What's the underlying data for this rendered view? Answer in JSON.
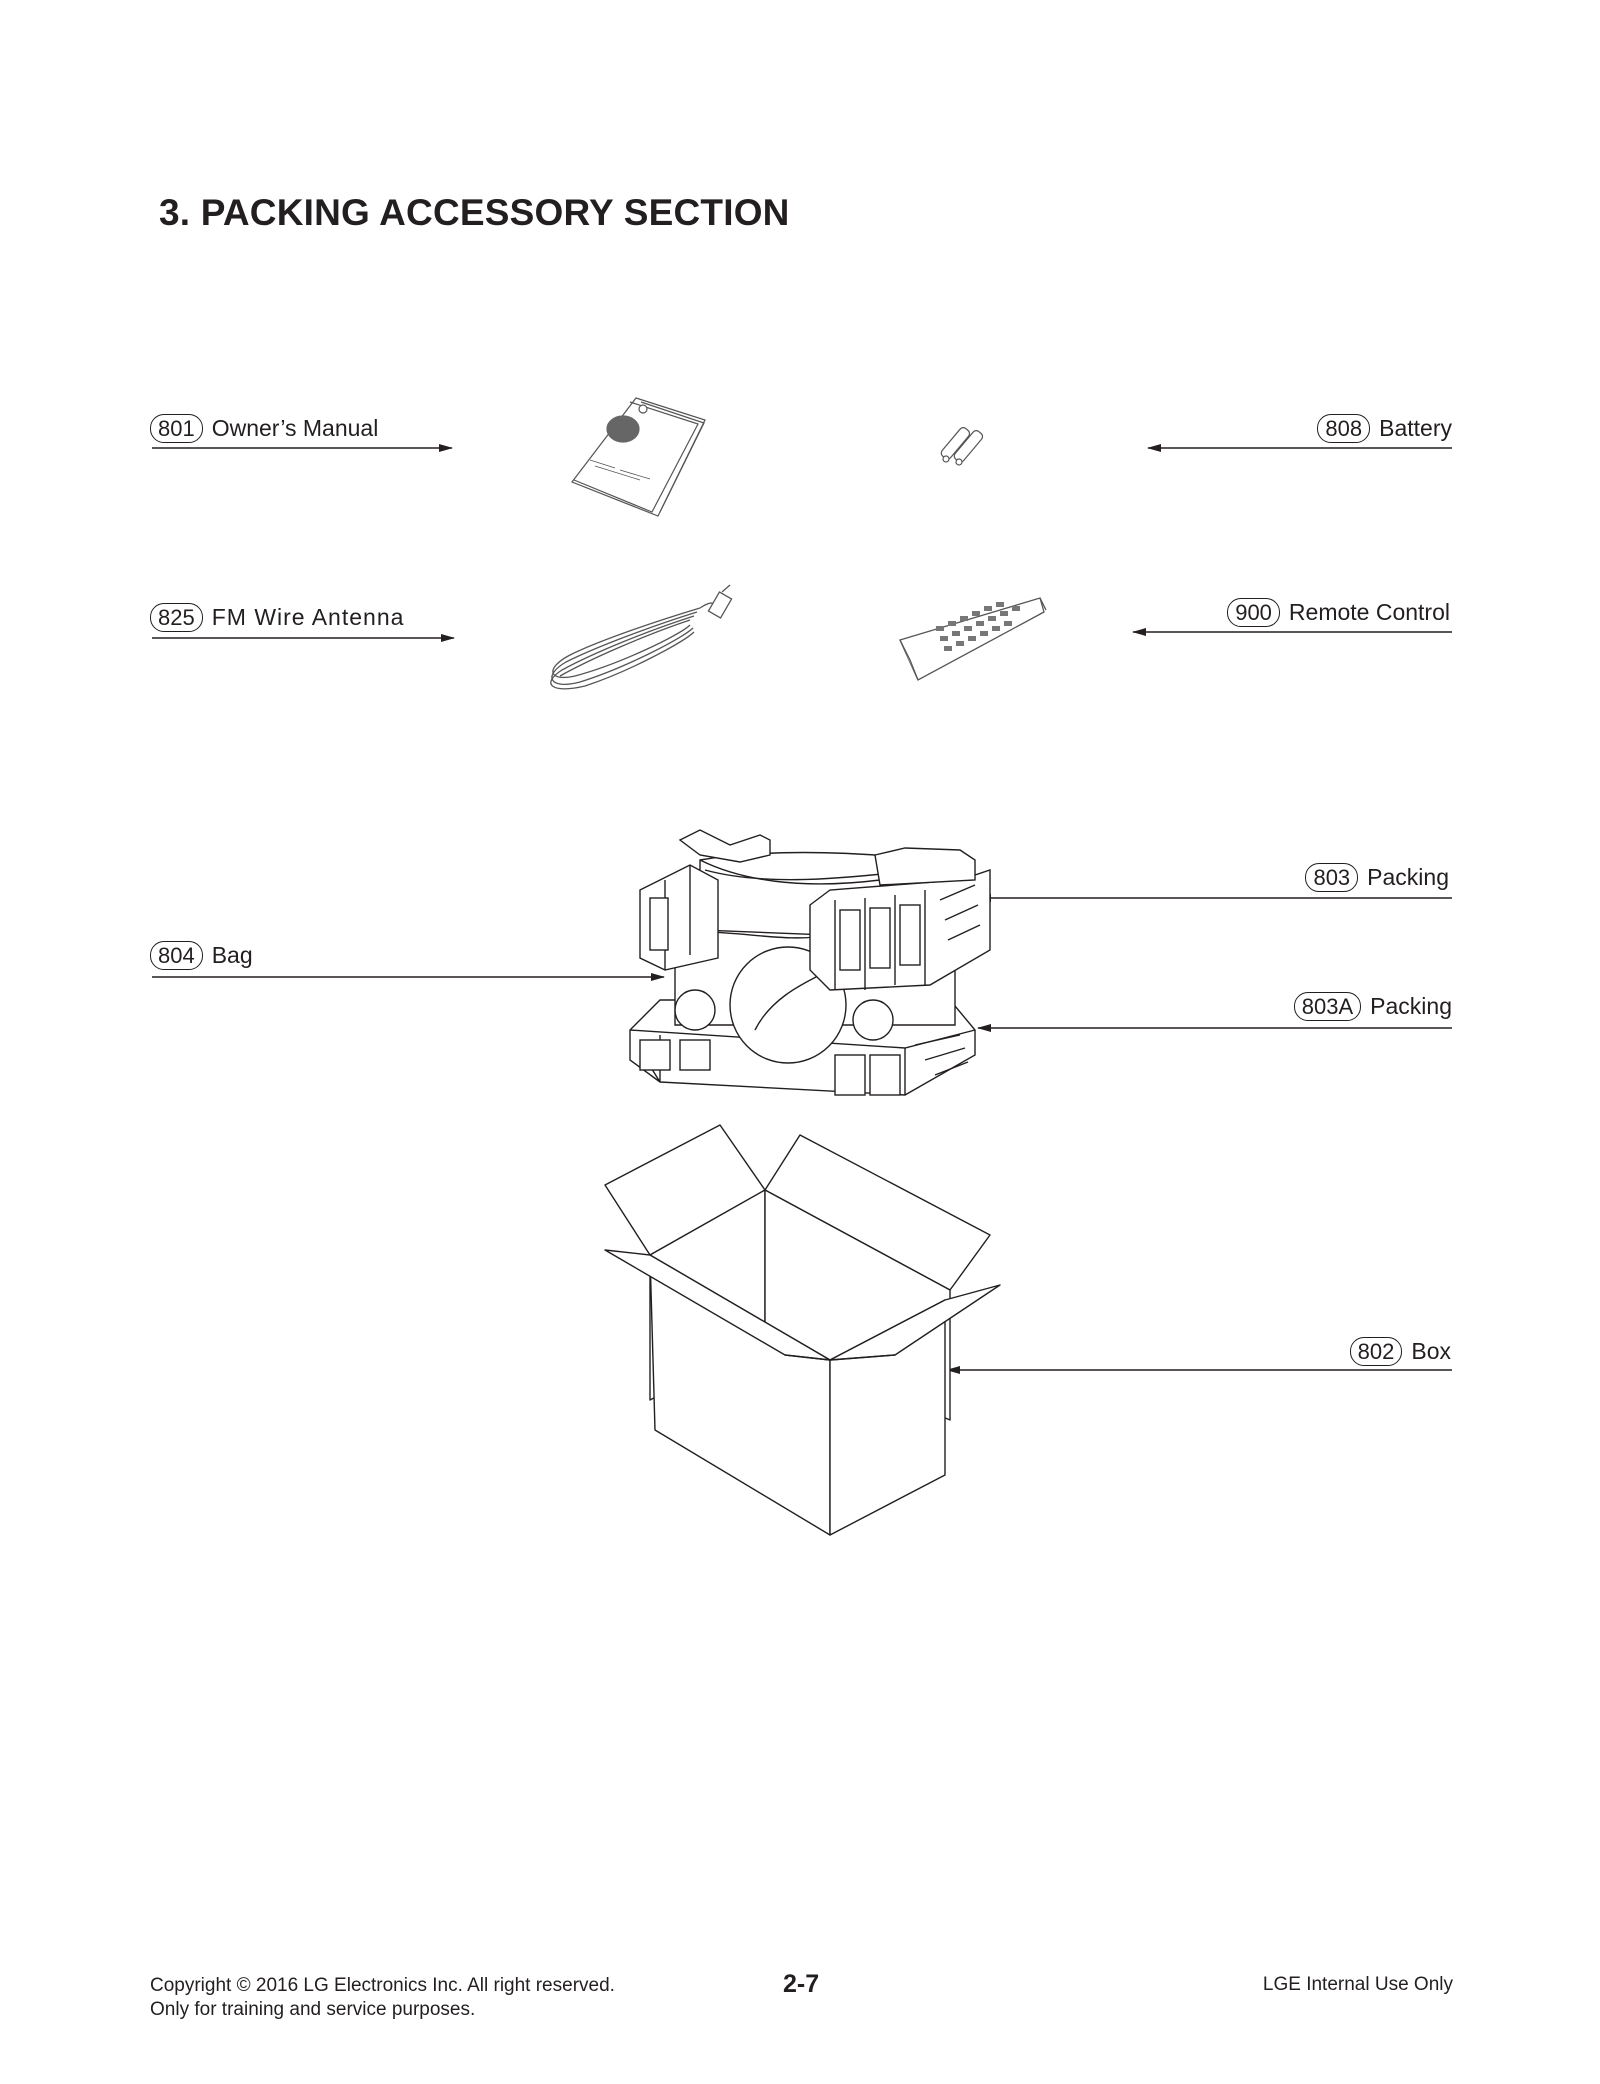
{
  "title": "3. PACKING ACCESSORY SECTION",
  "callouts": [
    {
      "num": "801",
      "label": "Owner’s Manual"
    },
    {
      "num": "808",
      "label": "Battery"
    },
    {
      "num": "825",
      "label": "FM Wire Antenna"
    },
    {
      "num": "900",
      "label": "Remote Control"
    },
    {
      "num": "803",
      "label": "Packing"
    },
    {
      "num": "804",
      "label": "Bag"
    },
    {
      "num": "803A",
      "label": "Packing"
    },
    {
      "num": "802",
      "label": "Box"
    }
  ],
  "footer": {
    "copyright": "Copyright © 2016 LG Electronics Inc. All right reserved.",
    "purpose": "Only for training and service purposes.",
    "page": "2-7",
    "internal": "LGE Internal Use Only"
  }
}
